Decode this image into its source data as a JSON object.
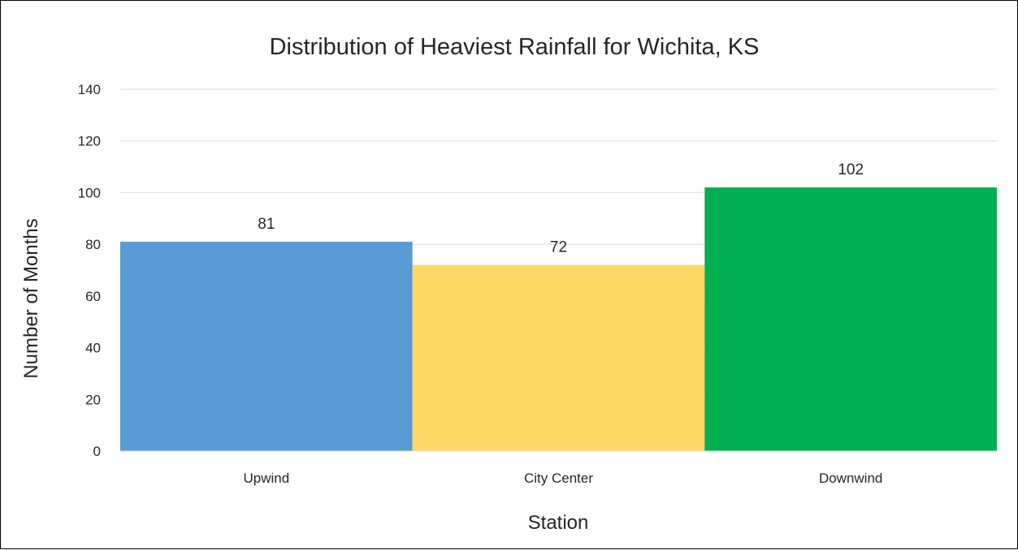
{
  "chart_data": {
    "type": "bar",
    "title": "Distribution of Heaviest Rainfall for Wichita, KS",
    "xlabel": "Station",
    "ylabel": "Number of Months",
    "categories": [
      "Upwind",
      "City Center",
      "Downwind"
    ],
    "values": [
      81,
      72,
      102
    ],
    "data_labels": [
      "81",
      "72",
      "102"
    ],
    "colors": [
      "#5b9bd5",
      "#ffd966",
      "#00b050"
    ],
    "ylim": [
      0,
      140
    ],
    "yticks": [
      0,
      20,
      40,
      60,
      80,
      100,
      120,
      140
    ],
    "ytick_labels": [
      "0",
      "20",
      "40",
      "60",
      "80",
      "100",
      "120",
      "140"
    ],
    "grid": true,
    "legend": "none"
  }
}
